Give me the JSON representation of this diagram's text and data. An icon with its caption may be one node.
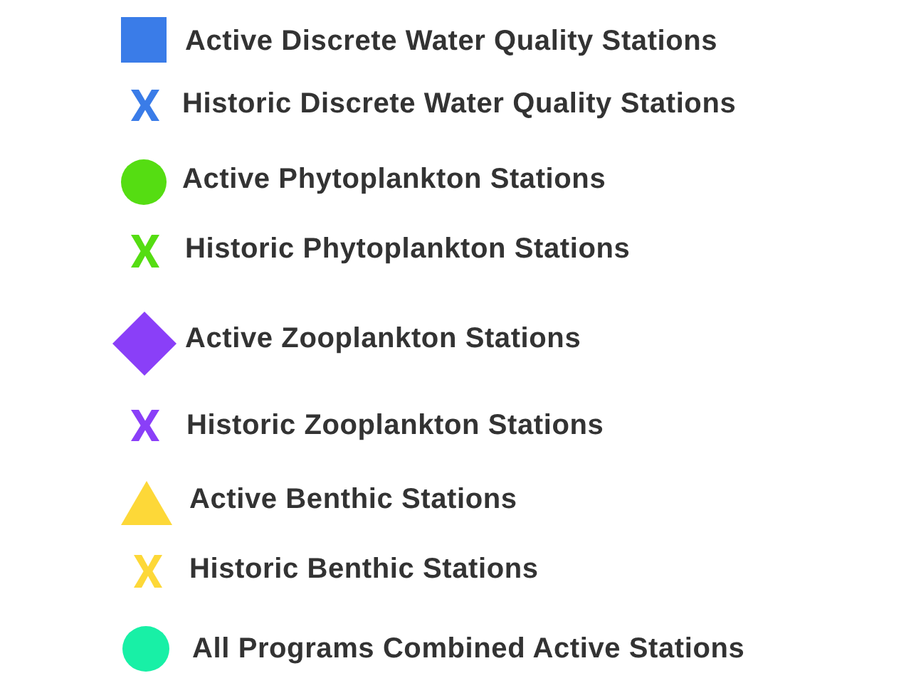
{
  "diagram": {
    "legend": [
      {
        "text": "Active Discrete Water Quality Stations",
        "color": "#3a7ce8"
      },
      {
        "text": "Historic Discrete Water Quality Stations",
        "color": "#3a7ce8"
      },
      {
        "text": "Active Phytoplankton Stations",
        "color": "#55dd12"
      },
      {
        "text": "Historic Phytoplankton Stations",
        "color": "#55dd12"
      },
      {
        "text": "Active Zooplankton Stations",
        "color": "#8a3ff8"
      },
      {
        "text": "Historic Zooplankton Stations",
        "color": "#8a3ff8"
      },
      {
        "text": "Active Benthic Stations",
        "color": "#fdd838"
      },
      {
        "text": "Historic Benthic Stations",
        "color": "#fdd838"
      },
      {
        "text": "All Programs Combined Active Stations",
        "color": "#18f0a6"
      }
    ]
  }
}
